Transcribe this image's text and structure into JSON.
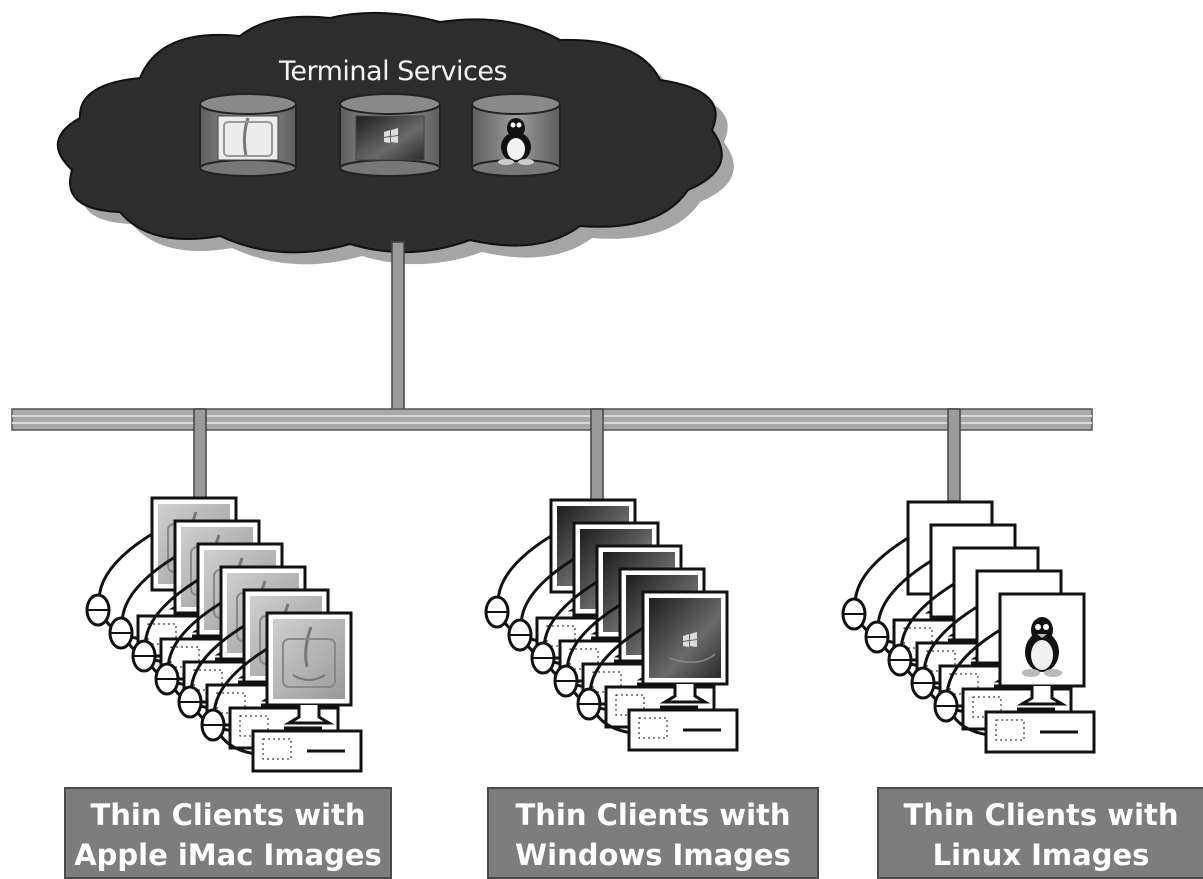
{
  "cloud": {
    "title": "Terminal Services",
    "images": [
      {
        "icon": "apple-finder-icon"
      },
      {
        "icon": "windows-icon"
      },
      {
        "icon": "linux-tux-icon"
      }
    ]
  },
  "groups": [
    {
      "line1": "Thin Clients with",
      "line2": "Apple  iMac Images",
      "screen": "apple",
      "count": 6
    },
    {
      "line1": "Thin Clients with",
      "line2": "Windows Images",
      "screen": "windows",
      "count": 5
    },
    {
      "line1": "Thin Clients with",
      "line2": "Linux Images",
      "screen": "linux",
      "count": 5
    }
  ],
  "colors": {
    "cloud": "#2d2d2d",
    "bus": "#a9a9a9",
    "label_bg": "#7d7d7d"
  }
}
